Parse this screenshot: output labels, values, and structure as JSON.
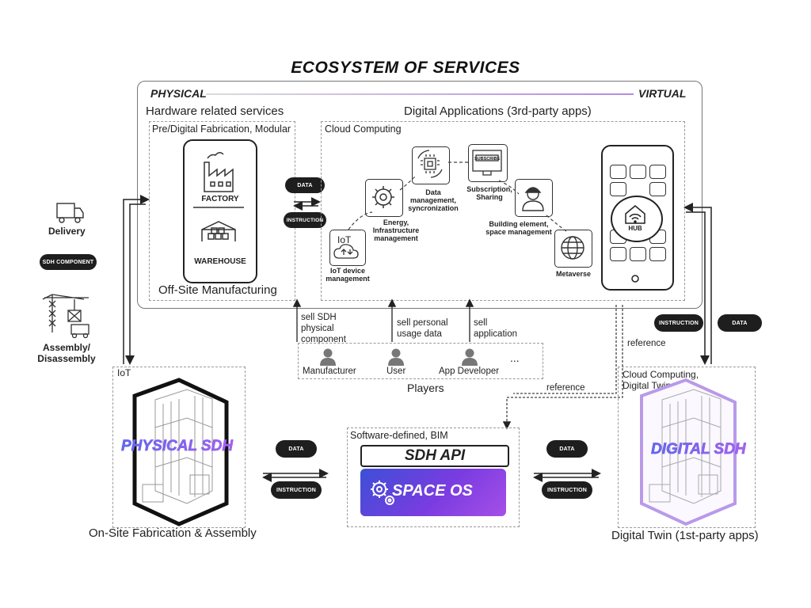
{
  "title": "ECOSYSTEM OF SERVICES",
  "physical_label": "PHYSICAL",
  "virtual_label": "VIRTUAL",
  "hardware": {
    "title": "Hardware related services",
    "subtitle": "Pre/Digital Fabrication, Modular",
    "factory": "FACTORY",
    "warehouse": "WAREHOUSE",
    "footer": "Off-Site Manufacturing"
  },
  "digital_apps": {
    "title": "Digital Applications (3rd-party apps)",
    "cloud": "Cloud Computing",
    "nodes": {
      "iot_icon": "IoT",
      "iot": "IoT device management",
      "energy": "Energy, Infrastructure management",
      "data": "Data management, syncronization",
      "subscription": "Subscription, Sharing",
      "subscription_screen": "SUBSCRIBE",
      "building": "Building element, space management",
      "metaverse": "Metaverse"
    },
    "hub": "HUB"
  },
  "pills": {
    "data": "DATA",
    "instruction": "INSTRUCTION",
    "sdh_component": "SDH COMPONENT"
  },
  "left": {
    "delivery": "Delivery",
    "assembly": "Assembly/ Disassembly"
  },
  "arrows": {
    "sell_component": "sell SDH physical component",
    "sell_usage": "sell personal usage data",
    "sell_app": "sell application",
    "reference1": "reference",
    "reference2": "reference"
  },
  "players": {
    "title": "Players",
    "manufacturer": "Manufacturer",
    "user": "User",
    "developer": "App Developer",
    "more": "..."
  },
  "physical_sdh": {
    "iot": "IoT",
    "title": "PHYSICAL SDH",
    "footer": "On-Site Fabrication & Assembly"
  },
  "center": {
    "subtitle": "Software-defined, BIM",
    "api": "SDH API",
    "os": "SPACE OS"
  },
  "digital_sdh": {
    "subtitle": "Cloud Computing, Digital Twin",
    "title": "DIGITAL SDH",
    "footer": "Digital Twin (1st-party apps)"
  }
}
